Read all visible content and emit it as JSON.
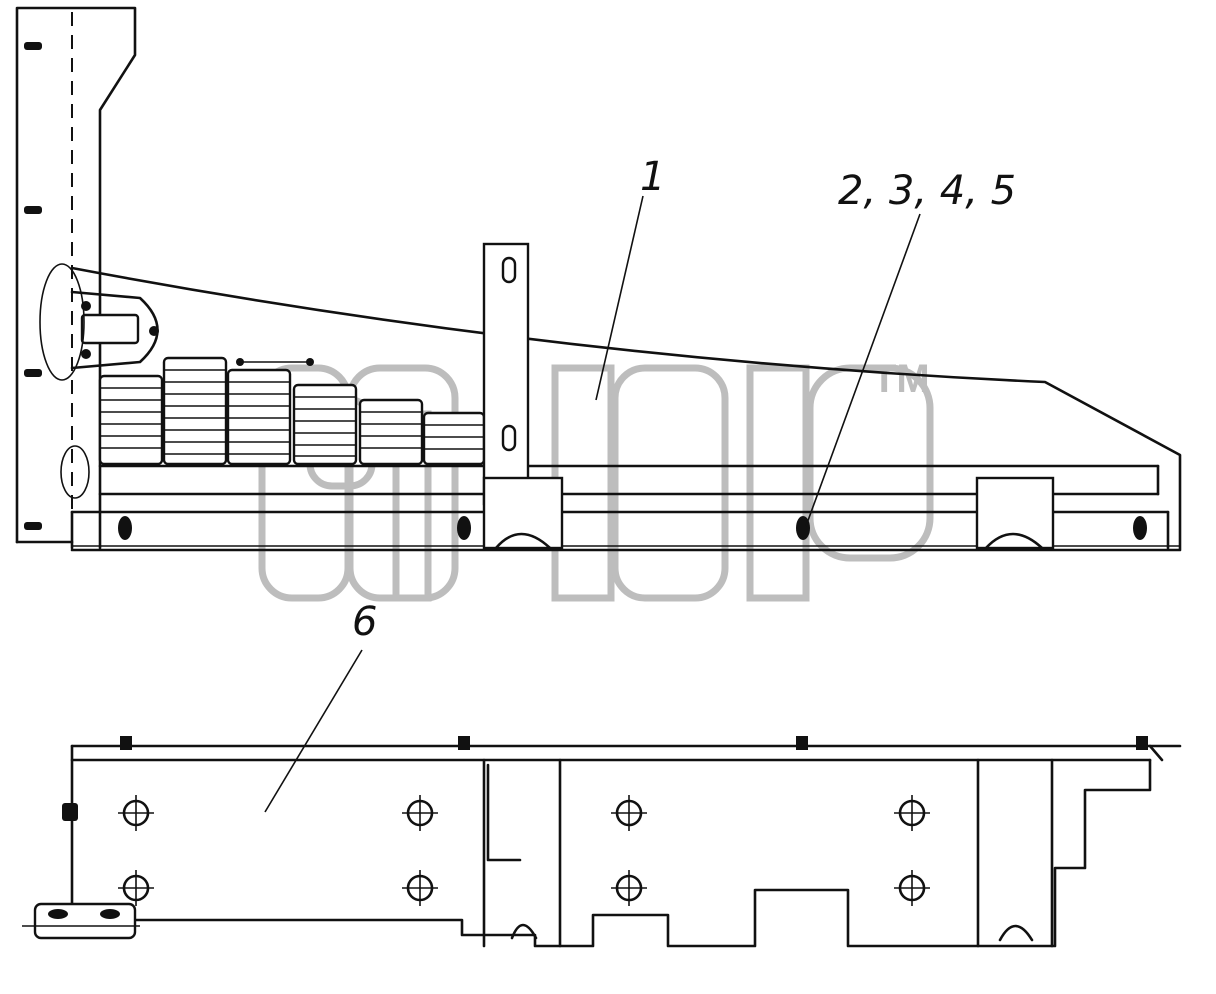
{
  "callouts": {
    "c1": "1",
    "c2": "2, 3, 4, 5",
    "c6": "6"
  },
  "watermark": {
    "tm": "TM"
  },
  "colors": {
    "line": "#111111",
    "watermark": "#bdbdbd",
    "background": "#ffffff"
  }
}
